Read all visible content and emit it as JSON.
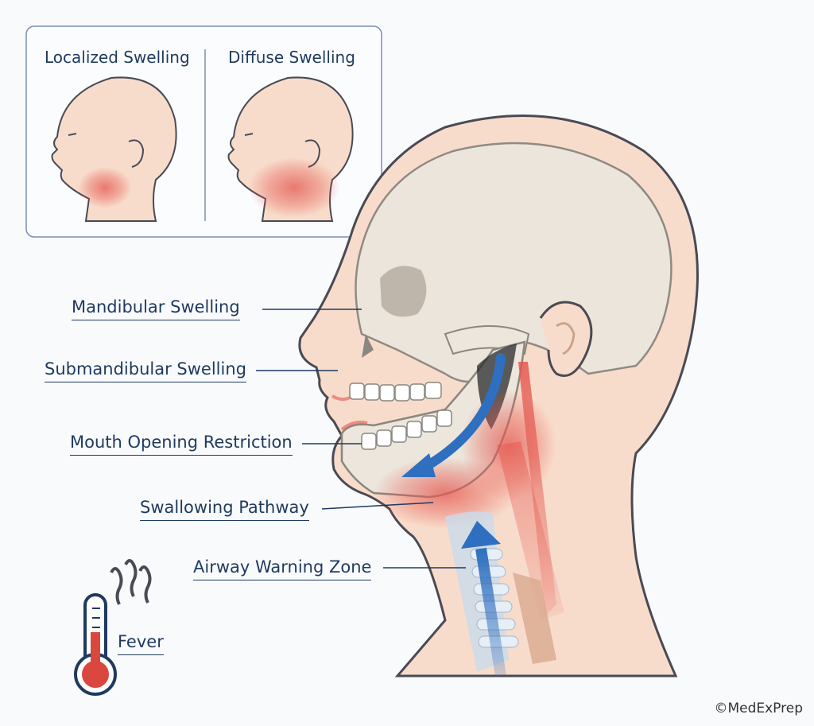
{
  "inset": {
    "left_title": "Localized Swelling",
    "right_title": "Diffuse Swelling"
  },
  "labels": {
    "mandibular": "Mandibular Swelling",
    "submandibular": "Submandibular Swelling",
    "mouth_opening": "Mouth Opening Restriction",
    "swallowing": "Swallowing Pathway",
    "airway": "Airway Warning Zone",
    "fever": "Fever"
  },
  "copyright": "©MedExPrep",
  "colors": {
    "text": "#1f3a5f",
    "skin": "#f8dccb",
    "skin_outline": "#4a4a55",
    "bone": "#ece6dc",
    "bone_outline": "#8a8680",
    "inflammation": "#e4574f",
    "arrow": "#2f6fbf",
    "thermometer_red": "#d9473f"
  }
}
